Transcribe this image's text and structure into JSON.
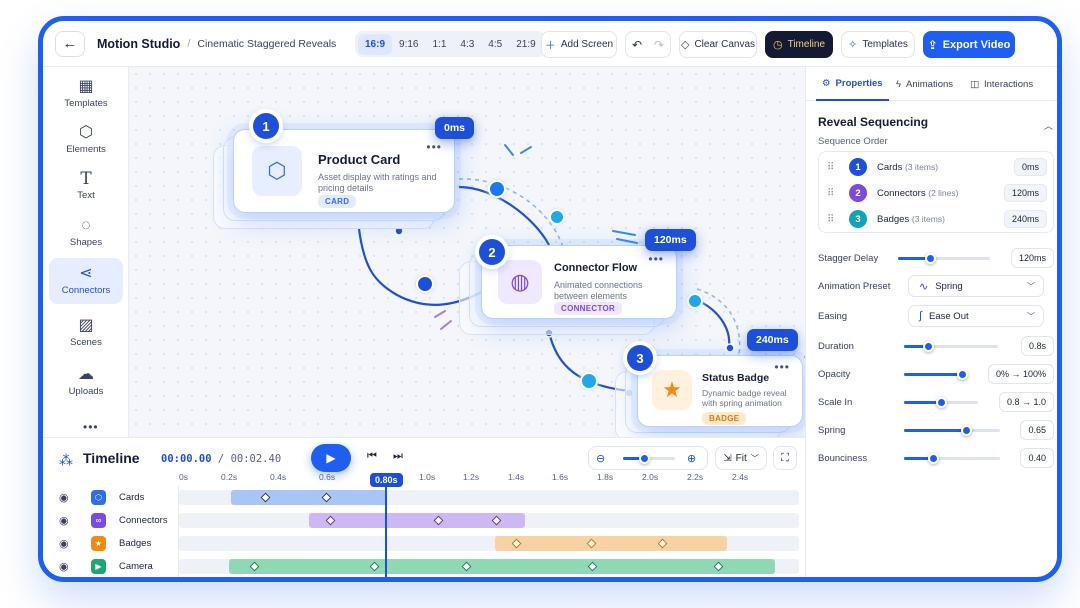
{
  "header": {
    "app_title": "Motion Studio",
    "breadcrumb_sep": "/",
    "project_title": "Cinematic Staggered Reveals",
    "ratios": [
      "16:9",
      "9:16",
      "1:1",
      "4:3",
      "4:5",
      "21:9"
    ],
    "active_ratio": "16:9",
    "add_screen": "Add Screen",
    "clear_canvas": "Clear Canvas",
    "timeline": "Timeline",
    "templates": "Templates",
    "export": "Export Video"
  },
  "sidebar": {
    "items": [
      {
        "label": "Templates",
        "icon": "grid-icon"
      },
      {
        "label": "Elements",
        "icon": "cube-icon"
      },
      {
        "label": "Text",
        "icon": "text-icon"
      },
      {
        "label": "Shapes",
        "icon": "shapes-icon"
      },
      {
        "label": "Connectors",
        "icon": "share-icon"
      },
      {
        "label": "Scenes",
        "icon": "image-icon"
      },
      {
        "label": "Uploads",
        "icon": "cloud-upload-icon"
      }
    ],
    "active": "Connectors",
    "more": "•••"
  },
  "canvas": {
    "cards": [
      {
        "step": "1",
        "title": "Product Card",
        "desc": "Asset display with ratings and pricing details",
        "badge": "CARD",
        "time": "0ms",
        "icon": "cube-icon",
        "accent": "#2f6df0",
        "tint": "#e6eeff"
      },
      {
        "step": "2",
        "title": "Connector Flow",
        "desc": "Animated connections between elements",
        "badge": "CONNECTOR",
        "time": "120ms",
        "icon": "globe-icon",
        "accent": "#7b4be0",
        "tint": "#efe8ff"
      },
      {
        "step": "3",
        "title": "Status Badge",
        "desc": "Dynamic badge reveal with spring animation",
        "badge": "BADGE",
        "time": "240ms",
        "icon": "star-icon",
        "accent": "#f08a12",
        "tint": "#fff1dd"
      }
    ],
    "menu": "•••"
  },
  "panel": {
    "tabs": [
      "Properties",
      "Animations",
      "Interactions"
    ],
    "section_title": "Reveal Sequencing",
    "sequence_label": "Sequence Order",
    "sequence": [
      {
        "num": "1",
        "name": "Cards",
        "count": "(3 items)",
        "time": "0ms",
        "color": "#1e4fd8"
      },
      {
        "num": "2",
        "name": "Connectors",
        "count": "(2 lines)",
        "time": "120ms",
        "color": "#7b4be0"
      },
      {
        "num": "3",
        "name": "Badges",
        "count": "(3 items)",
        "time": "240ms",
        "color": "#12a3b8"
      }
    ],
    "stagger_delay": {
      "label": "Stagger Delay",
      "value": "120ms",
      "level": 0.35
    },
    "animation_preset": {
      "label": "Animation Preset",
      "value": "Spring"
    },
    "easing": {
      "label": "Easing",
      "value": "Ease Out"
    },
    "duration": {
      "label": "Duration",
      "value": "0.8s",
      "level": 0.25
    },
    "opacity": {
      "label": "Opacity",
      "value": "0% → 100%",
      "level": 1.0
    },
    "scale_in": {
      "label": "Scale In",
      "value": "0.8 → 1.0",
      "level": 0.5
    },
    "spring": {
      "label": "Spring",
      "value": "0.65",
      "level": 0.65
    },
    "bounciness": {
      "label": "Bounciness",
      "value": "0.40",
      "level": 0.3
    }
  },
  "timeline": {
    "title": "Timeline",
    "current": "00:00.00",
    "separator": "/",
    "total": "00:02.40",
    "fit": "Fit",
    "playhead": "0.80s",
    "ticks": [
      "0s",
      "0.2s",
      "0.4s",
      "0.6s",
      "1.0s",
      "1.2s",
      "1.4s",
      "1.6s",
      "1.8s",
      "2.0s",
      "2.2s",
      "2.4s"
    ],
    "tracks": [
      {
        "name": "Cards",
        "color": "#2f6df0"
      },
      {
        "name": "Connectors",
        "color": "#7b4be0"
      },
      {
        "name": "Badges",
        "color": "#f08a12"
      },
      {
        "name": "Camera",
        "color": "#1ea672"
      }
    ]
  },
  "colors": {
    "accent": "#1e5ef0",
    "cards": "#a9c5f7",
    "connectors": "#cdb8f4",
    "badges": "#f8d2a3",
    "camera": "#8fd8b3"
  }
}
